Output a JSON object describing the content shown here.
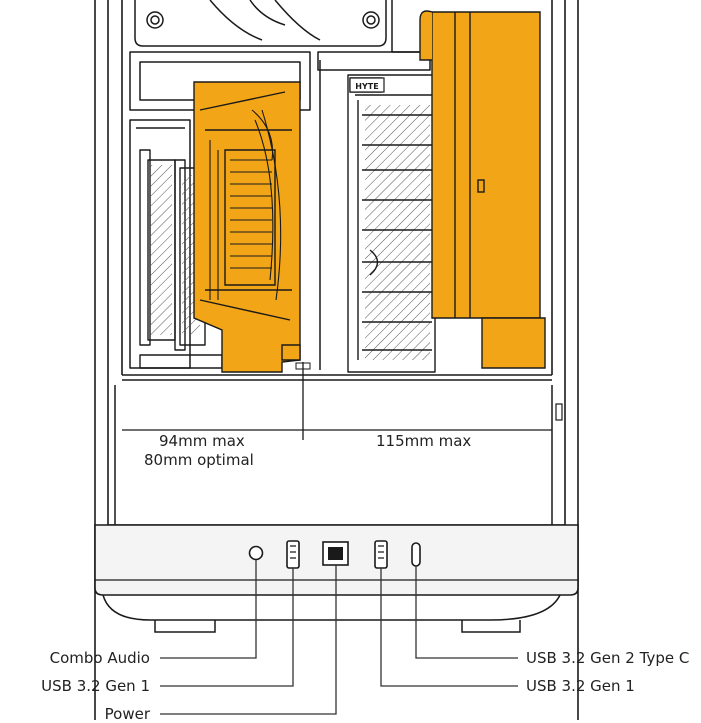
{
  "colors": {
    "accent": "#F2A516",
    "accent_dark": "#C97F00",
    "line": "#1a1a1a",
    "panel": "#f4f4f4",
    "label": "#222222"
  },
  "dimensions": {
    "left_max": "94mm max",
    "left_optimal": "80mm optimal",
    "right_max": "115mm max"
  },
  "brand_mark": "HYTE",
  "io_panel": {
    "ports": [
      {
        "name": "Combo Audio",
        "icon": "audio-jack-icon"
      },
      {
        "name": "USB 3.2 Gen 1",
        "icon": "usb-a-icon"
      },
      {
        "name": "Power",
        "icon": "power-button-icon"
      },
      {
        "name": "USB 3.2 Gen 1",
        "icon": "usb-a-icon"
      },
      {
        "name": "USB 3.2 Gen 2 Type C",
        "icon": "usb-c-icon"
      }
    ]
  },
  "callouts": {
    "combo_audio": "Combo Audio",
    "usb_gen1_left": "USB 3.2 Gen 1",
    "power": "Power",
    "usb_type_c": "USB 3.2 Gen 2 Type C",
    "usb_gen1_right": "USB 3.2 Gen 1"
  }
}
